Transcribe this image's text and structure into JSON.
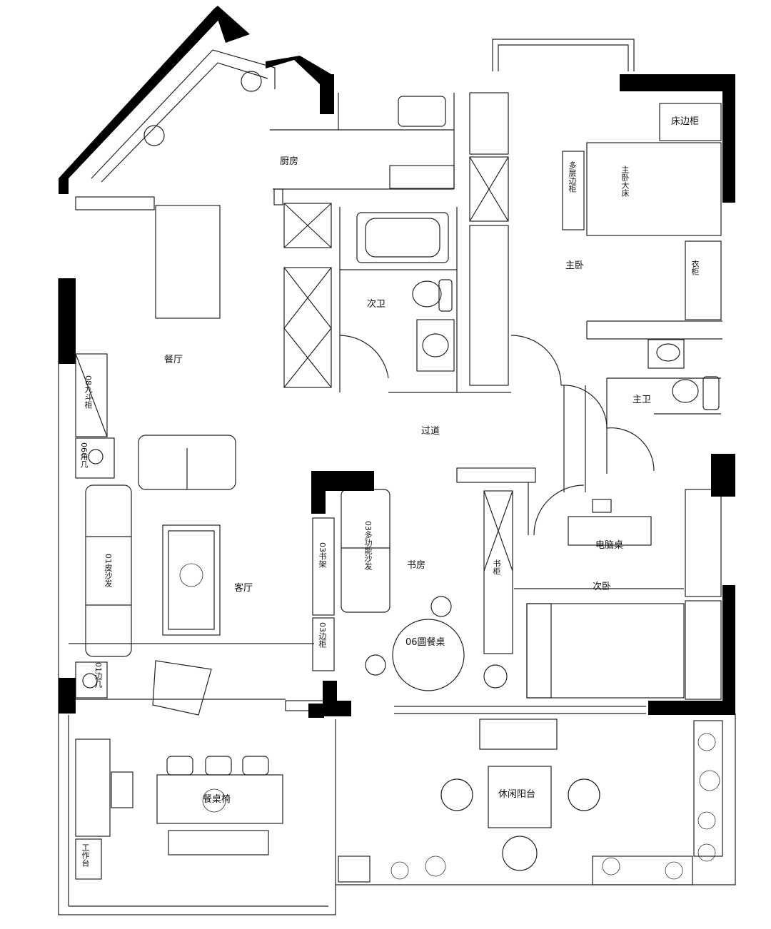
{
  "rooms": {
    "kitchen": "厨房",
    "dining": "餐厅",
    "second_bath": "次卫",
    "master_bedroom": "主卧",
    "master_bath": "主卫",
    "corridor": "过道",
    "living": "客厅",
    "study": "书房",
    "second_bedroom": "次卧",
    "balcony": "休闲阳台"
  },
  "furniture": {
    "nightstand": "床边柜",
    "master_bed": "主卧大床",
    "multi_layer_cabinet": "多层边柜",
    "wine_cabinet": "08九斗柜",
    "corner_table": "06角几",
    "leather_sofa": "01皮沙发",
    "side_table_01": "01边几",
    "bookcase": "03书架",
    "side_cabinet": "03边柜",
    "multi_sofa": "03多功能沙发",
    "round_table": "06圆餐桌",
    "cabinet": "书柜",
    "computer_desk": "电脑桌",
    "dining_table": "餐桌椅",
    "work_desk": "工作台",
    "tall_cabinet": "衣柜"
  },
  "colors": {
    "wall": "#000000",
    "line": "#222222",
    "paper": "#ffffff"
  }
}
